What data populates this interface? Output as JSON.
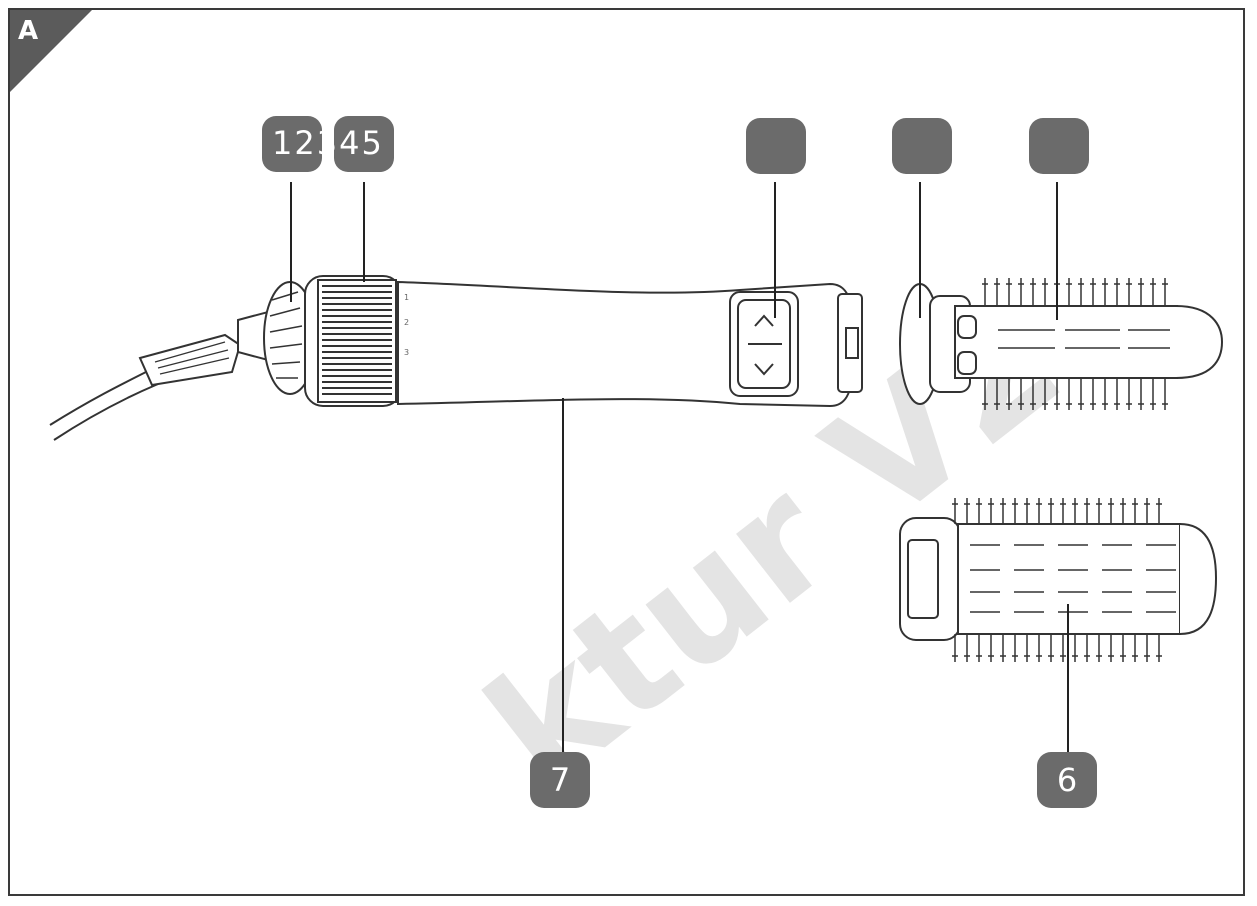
{
  "figure": {
    "corner_label": "A",
    "callouts": {
      "left_group_label": "12345",
      "body_label": "7",
      "brush_label": "6",
      "buttons_label": "",
      "connector_label": "",
      "top_brush_label": ""
    },
    "watermark": "ktur V2"
  }
}
